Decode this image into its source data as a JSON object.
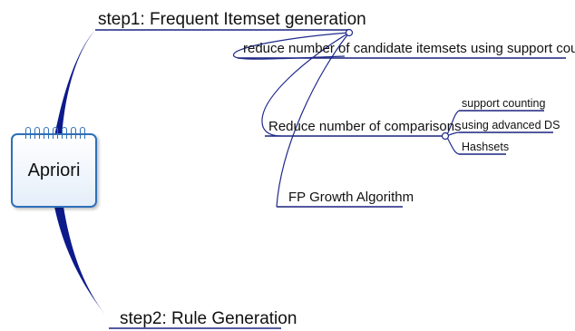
{
  "root": {
    "label": "Apriori"
  },
  "nodes": {
    "step1": "step1: Frequent Itemset generation",
    "reduce_candidates": "reduce number of candidate itemsets using support count",
    "reduce_comparisons": "Reduce number of comparisons",
    "fp_growth": "FP Growth Algorithm",
    "support_counting": "support counting",
    "advanced_ds": "using advanced DS",
    "hashsets": "Hashsets",
    "step2": "step2: Rule Generation"
  },
  "colors": {
    "branch": "#0d1a8c",
    "line": "#1f2a8a",
    "card_border": "#2f6fb8"
  }
}
